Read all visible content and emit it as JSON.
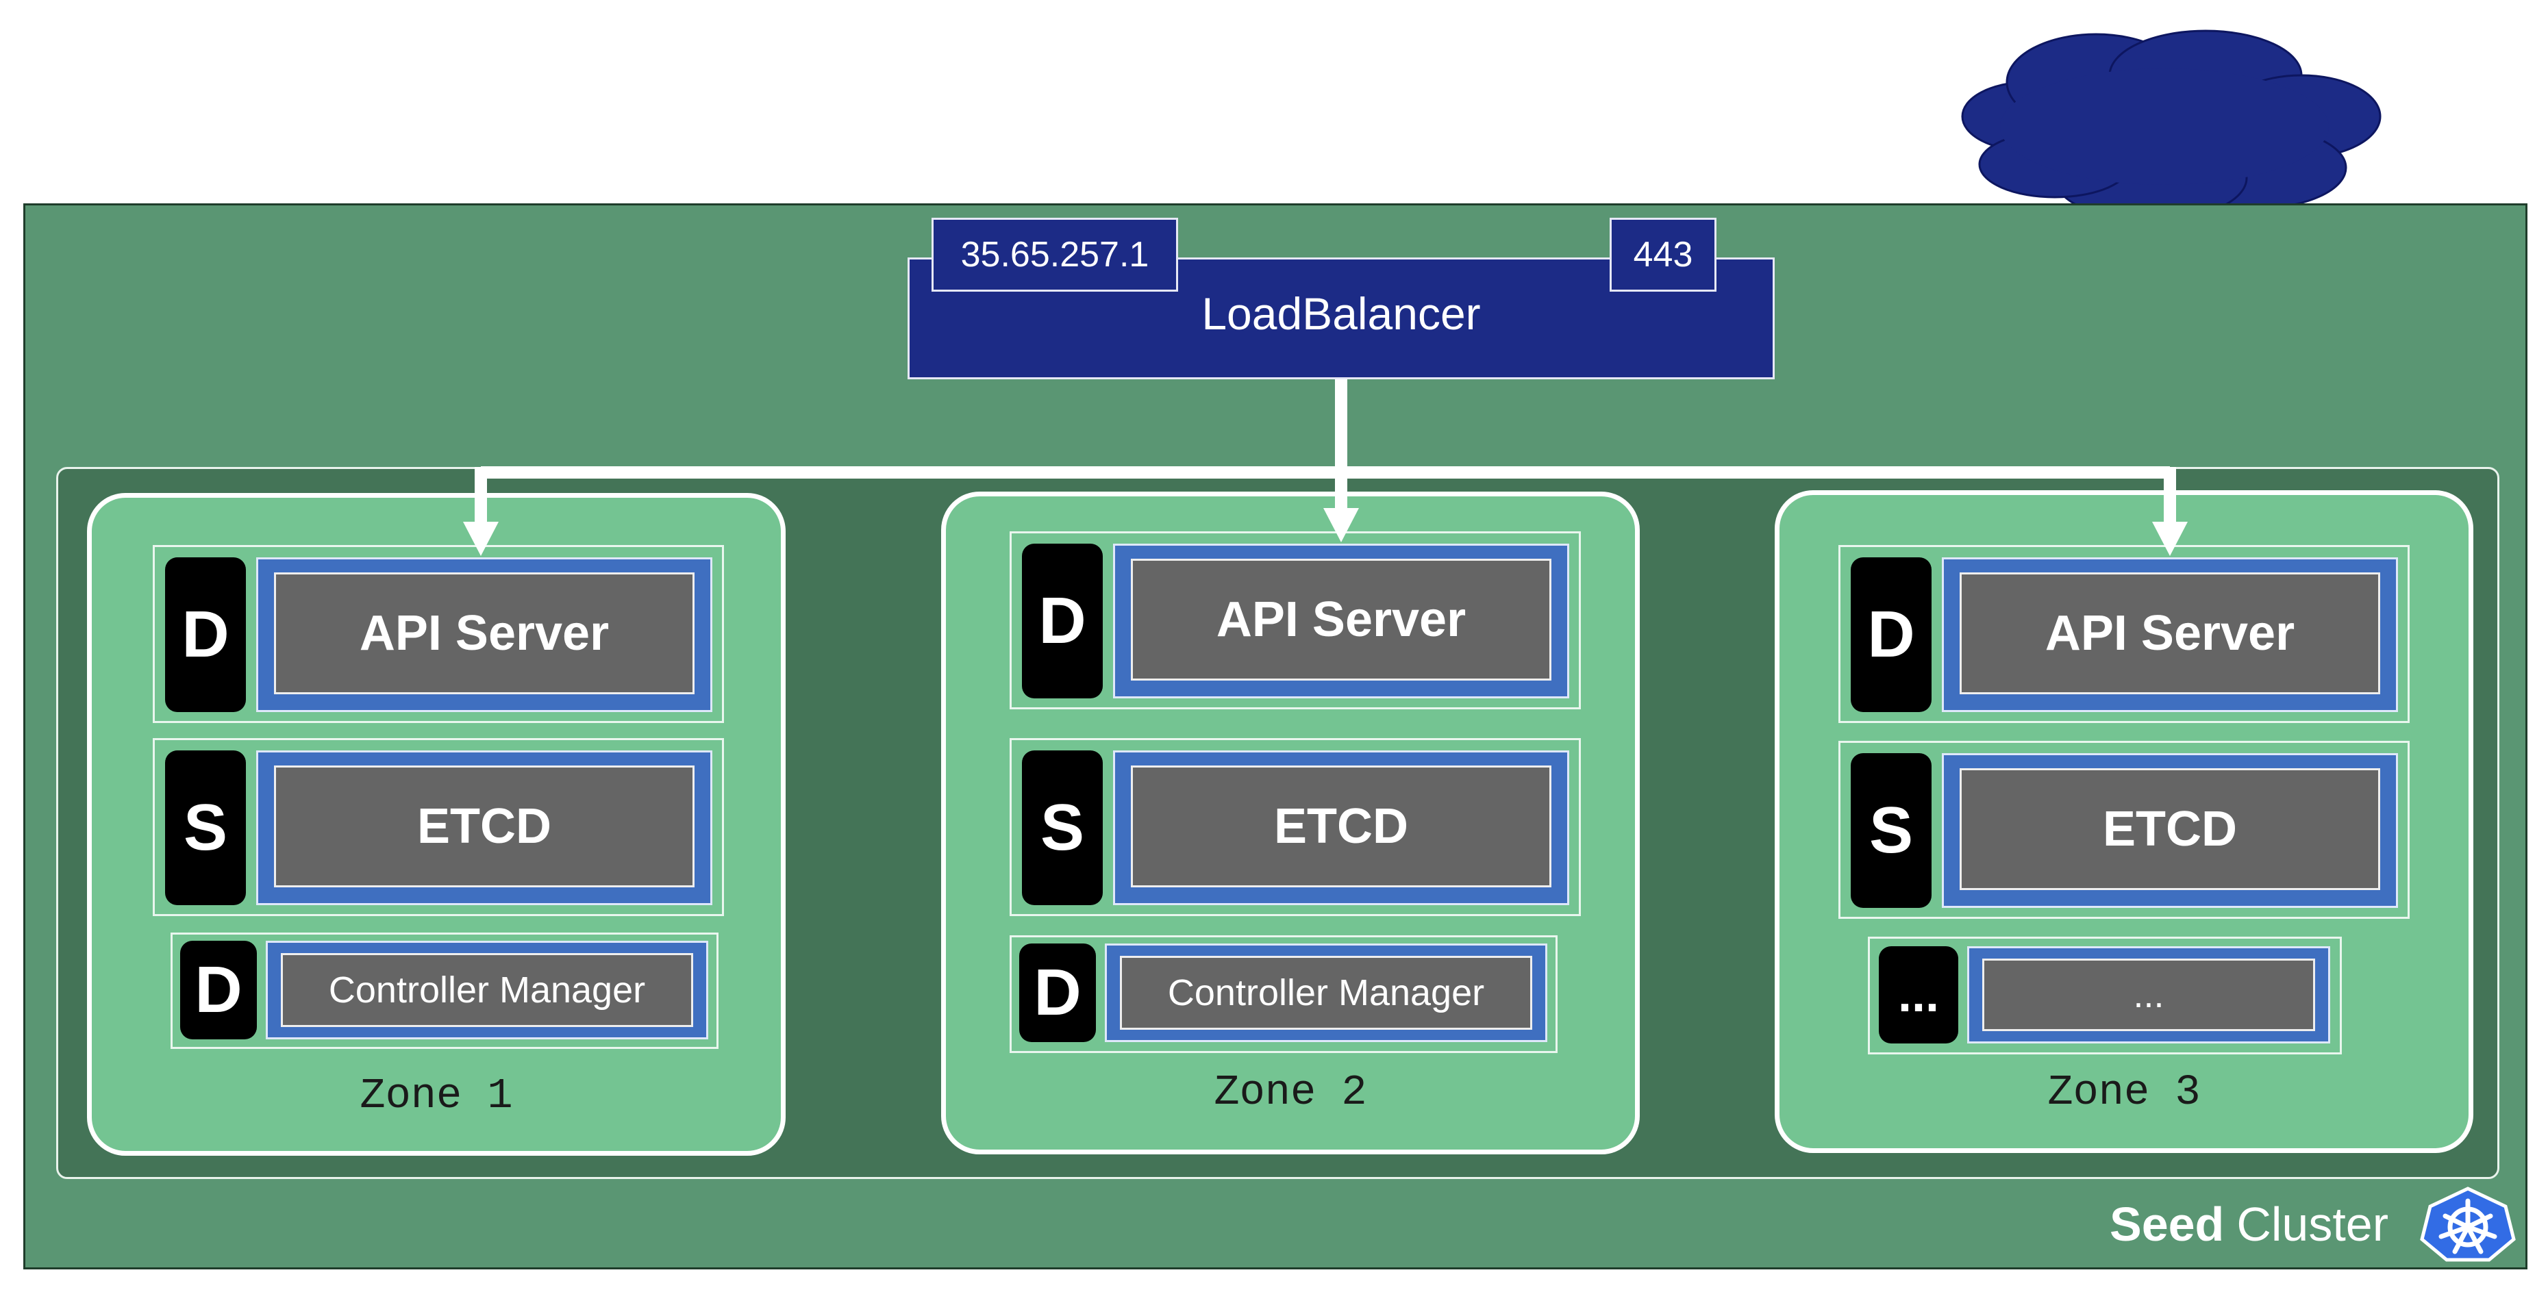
{
  "load_balancer": {
    "label": "LoadBalancer",
    "ip": "35.65.257.1",
    "port": "443"
  },
  "zones": [
    {
      "label": "Zone 1",
      "components": [
        {
          "letter": "D",
          "name": "API Server"
        },
        {
          "letter": "S",
          "name": "ETCD"
        },
        {
          "letter": "D",
          "name": "Controller Manager"
        }
      ]
    },
    {
      "label": "Zone 2",
      "components": [
        {
          "letter": "D",
          "name": "API Server"
        },
        {
          "letter": "S",
          "name": "ETCD"
        },
        {
          "letter": "D",
          "name": "Controller Manager"
        }
      ]
    },
    {
      "label": "Zone 3",
      "components": [
        {
          "letter": "D",
          "name": "API Server"
        },
        {
          "letter": "S",
          "name": "ETCD"
        },
        {
          "letter": "...",
          "name": "..."
        }
      ]
    }
  ],
  "seed_cluster": {
    "bold": "Seed",
    "rest": "Cluster"
  },
  "icons": {
    "cloud": "cloud-icon",
    "kubernetes": "kubernetes-logo-icon"
  },
  "colors": {
    "cluster": "#5a9673",
    "inner_area": "#447457",
    "zone": "#74c492",
    "load_balancer": "#1c2b86",
    "component_border": "#3f6fc0",
    "component_fill": "#656565",
    "cloud": "#1c2b86"
  }
}
